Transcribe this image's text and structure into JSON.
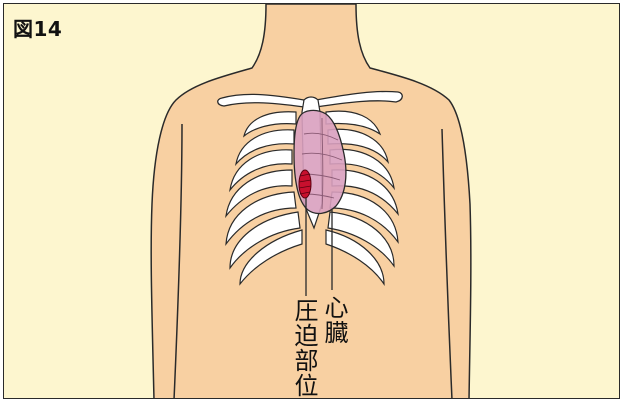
{
  "figure": {
    "title": "図14"
  },
  "labels": {
    "heart": "心臓",
    "pressure_point": "圧迫部位"
  },
  "colors": {
    "background": "#fdf6cf",
    "skin": "#f8d0a2",
    "heart": "#d9a0bf",
    "pressure_spot": "#c8102e",
    "outline": "#2a2a2a"
  }
}
